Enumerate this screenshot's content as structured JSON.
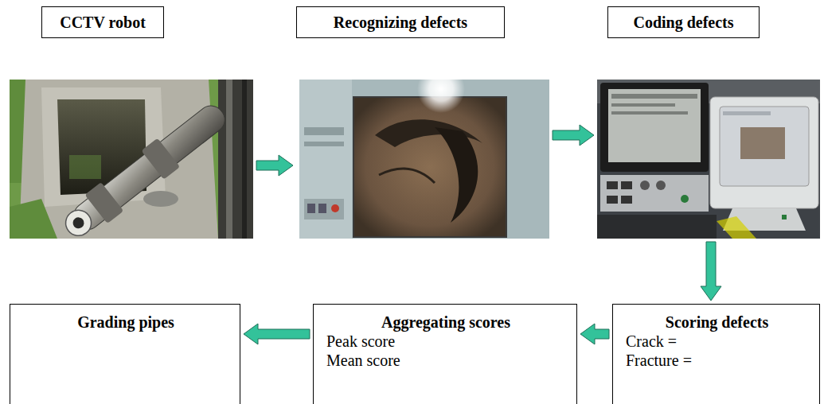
{
  "diagram": {
    "nodes": [
      {
        "text": [
          "CCTV robot"
        ]
      },
      {
        "text": [
          "Recognizing defects"
        ]
      },
      {
        "text": [
          "Coding defects"
        ]
      },
      {
        "text": [
          "Scoring defects",
          "Crack =",
          "Fracture ="
        ]
      },
      {
        "text": [
          "Aggregating scores",
          "Peak score",
          "Mean score"
        ]
      },
      {
        "text": [
          "Grading pipes"
        ]
      }
    ],
    "edges": [
      {
        "from": 0,
        "to": 1,
        "arrow": "to"
      },
      {
        "from": 1,
        "to": 2,
        "arrow": "to"
      },
      {
        "from": 2,
        "to": 3,
        "arrow": "to"
      },
      {
        "from": 3,
        "to": 4,
        "arrow": "to"
      },
      {
        "from": 4,
        "to": 5,
        "arrow": "to"
      }
    ]
  }
}
